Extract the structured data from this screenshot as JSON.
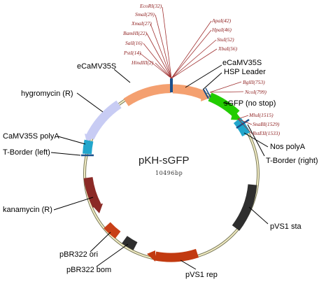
{
  "plasmid": {
    "name": "pKH-sGFP",
    "size_label": "10496bp"
  },
  "restriction_sites_top": [
    "EcoRI(32)",
    "SmaI(29)",
    "XmaI(27)",
    "BamHI(22)",
    "SalI(16)",
    "PstI(14)",
    "HindIII(2)",
    "ApaI(42)",
    "HpaI(46)",
    "StuI(52)",
    "XbaI(56)"
  ],
  "restriction_sites_right": [
    "BglII(753)",
    "NcoI(799)",
    "MluI(1515)",
    "SnaBI(1529)",
    "BstEII(1533)"
  ],
  "features": [
    "eCaMV35S",
    "eCaMV35S",
    "HSP Leader",
    "sGFP (no stop)",
    "Nos polyA",
    "T-Border (right)",
    "pVS1 sta",
    "pVS1 rep",
    "pBR322 bom",
    "pBR322 ori",
    "kanamycin (R)",
    "T-Border (left)",
    "CaMV35S polyA",
    "hygromycin (R)"
  ],
  "colors": {
    "backbone": "#f4eec6",
    "sgfp": "#22cc00",
    "promoter": "#f4a070",
    "hygromycin": "#c8ccf4",
    "kanamycin": "#8b2a26",
    "pvs1_sta": "#2e2e2e",
    "pvs1_rep": "#c23a10",
    "ori": "#c84018",
    "bom": "#2e2e2e",
    "polyA": "#22a6cc",
    "site_text": "#8b1a1a",
    "site_line": "#a03030"
  }
}
